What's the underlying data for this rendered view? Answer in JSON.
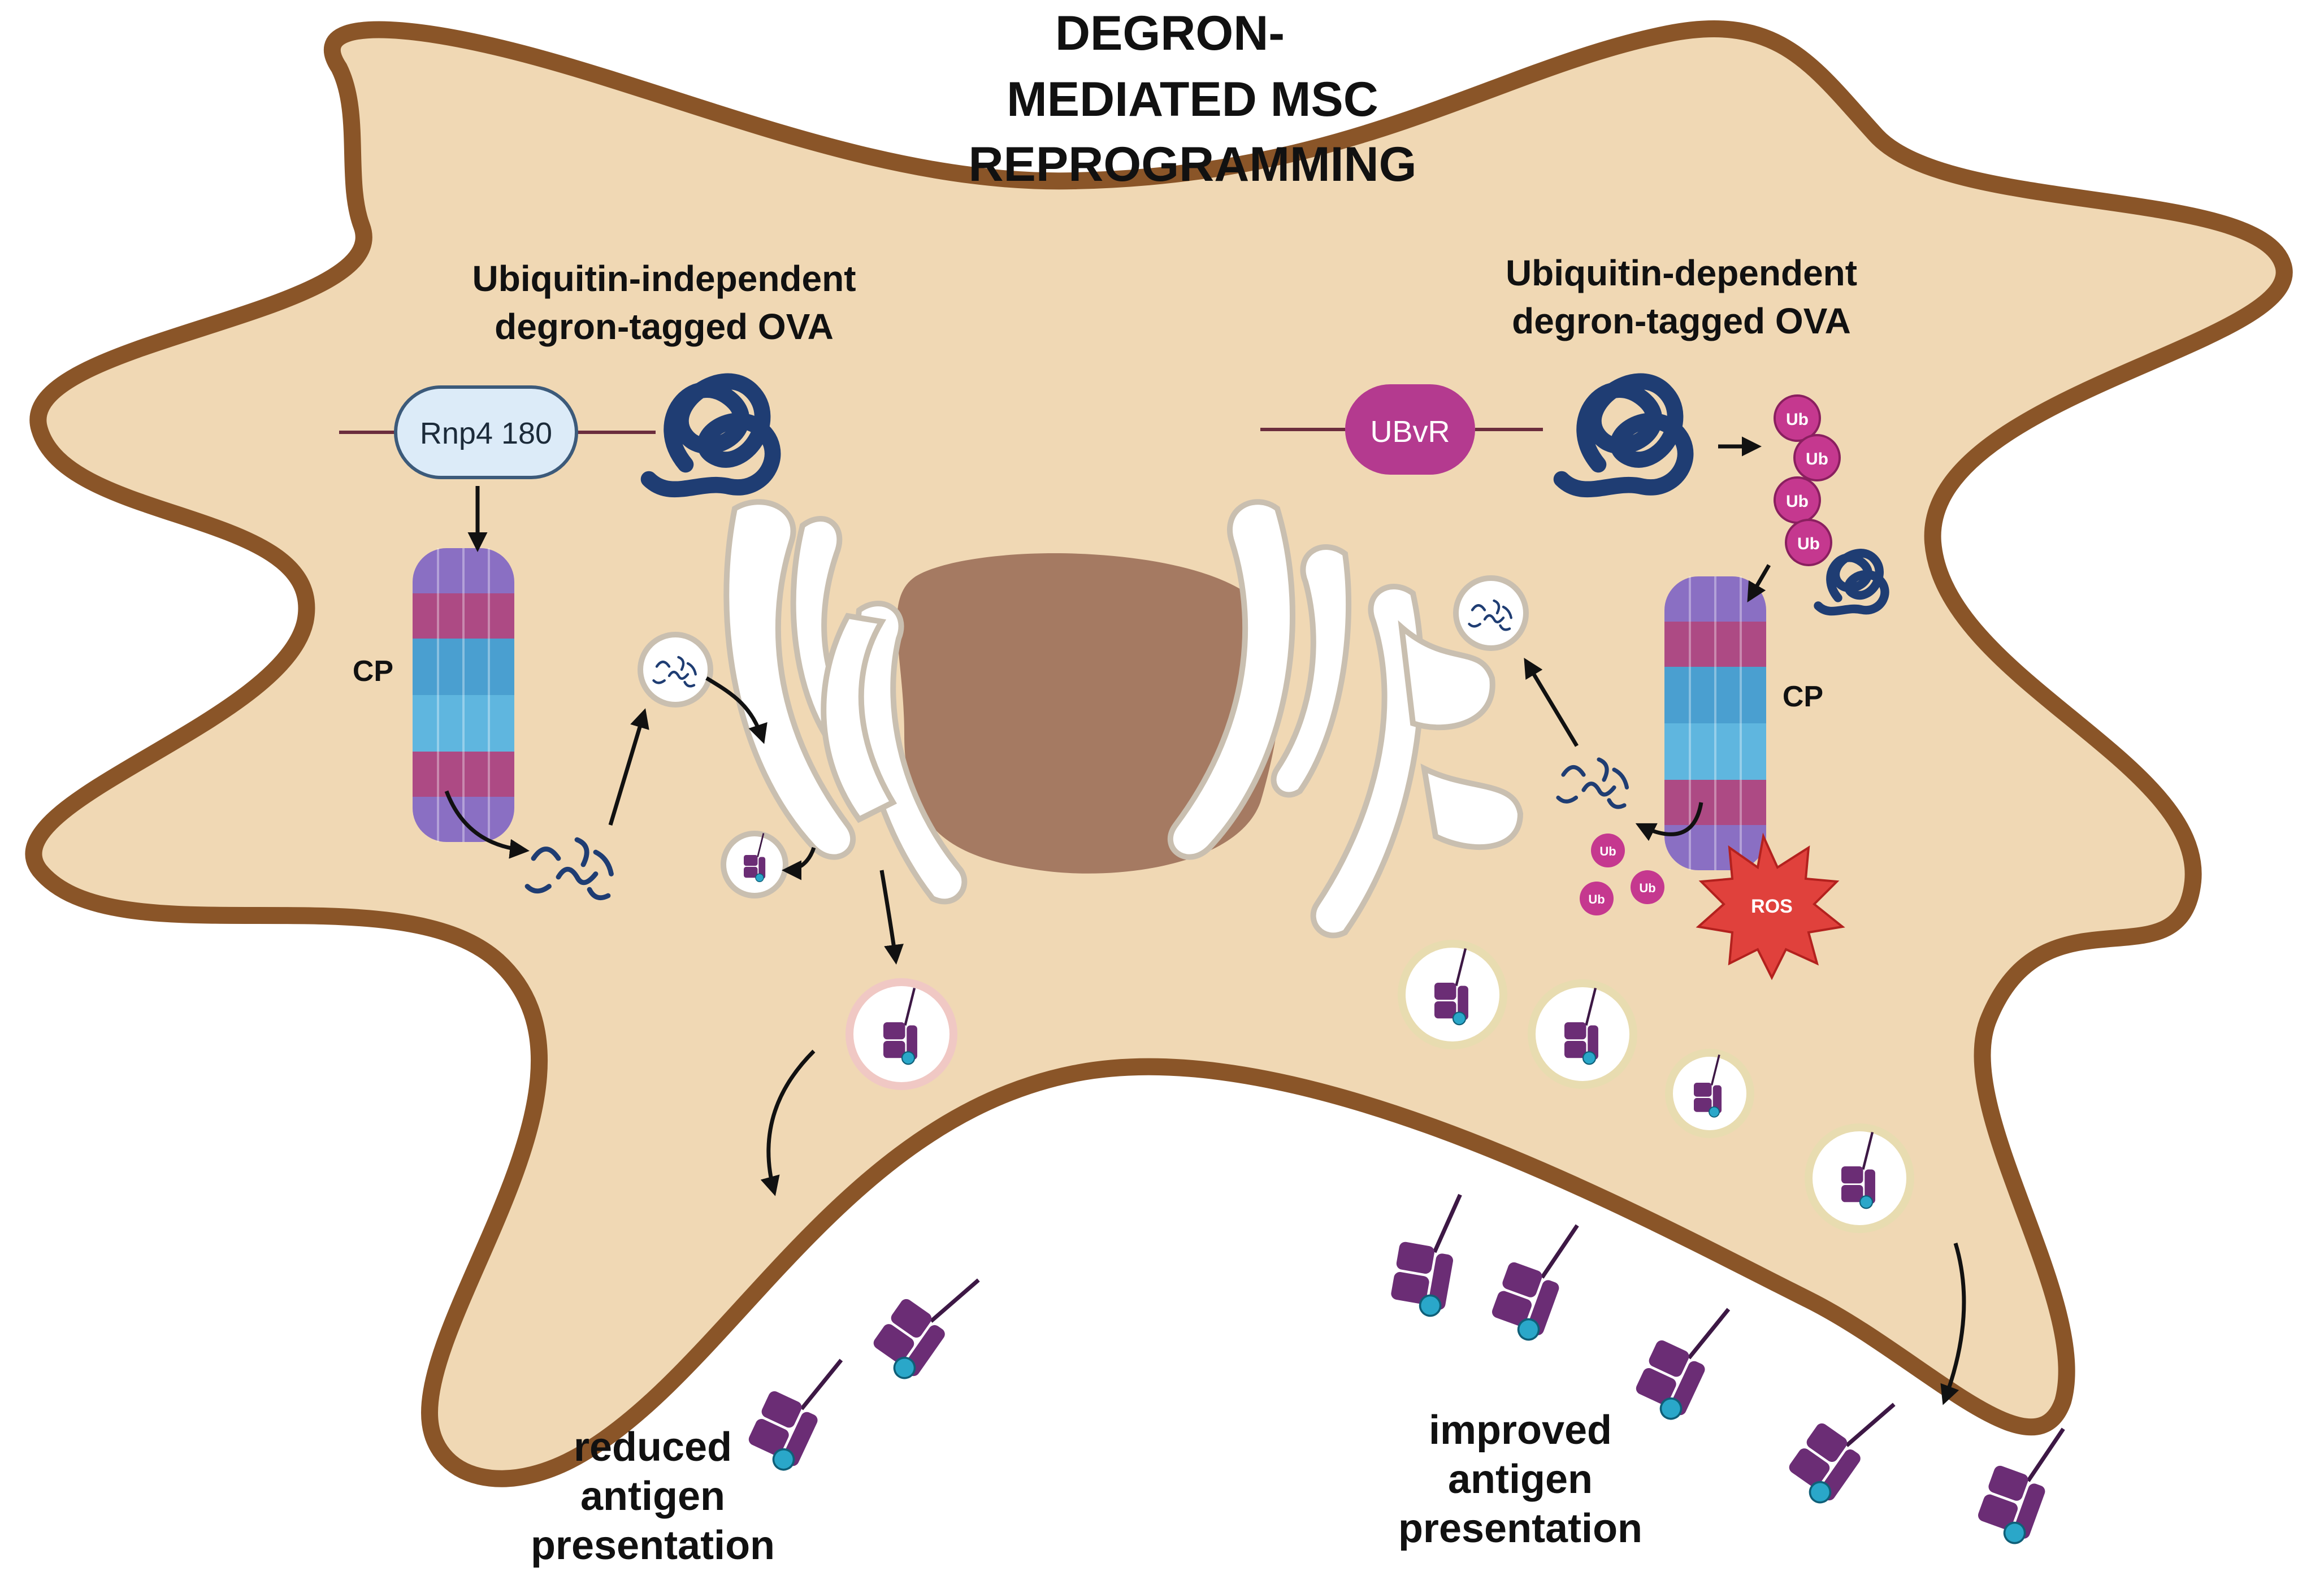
{
  "title": {
    "line1": "DEGRON-",
    "line2": "MEDIATED MSC",
    "line3": "REPROGRAMMING"
  },
  "left": {
    "heading_line1": "Ubiquitin-independent",
    "heading_line2": "degron-tagged OVA",
    "degron_label": "Rnp4 180",
    "proteasome_label": "CP",
    "outcome_line1": "reduced",
    "outcome_line2": "antigen",
    "outcome_line3": "presentation"
  },
  "right": {
    "heading_line1": "Ubiquitin-dependent",
    "heading_line2": "degron-tagged OVA",
    "degron_label": "UBvR",
    "proteasome_label": "CP",
    "ubiquitin_label": "Ub",
    "ros_label": "ROS",
    "outcome_line1": "improved",
    "outcome_line2": "antigen",
    "outcome_line3": "presentation"
  },
  "colors": {
    "cytoplasm": "#f0d8b4",
    "membrane": "#8a5528",
    "nucleus": "#a57a62",
    "protein_coil": "#1f3d73",
    "mhc": "#6b2d75",
    "peptide": "#2aa7c9",
    "ubiquitin": "#c5388f",
    "ros": "#e0413c",
    "rnp4_box": "#dcebf8",
    "ubvr_box": "#b43a8f"
  }
}
